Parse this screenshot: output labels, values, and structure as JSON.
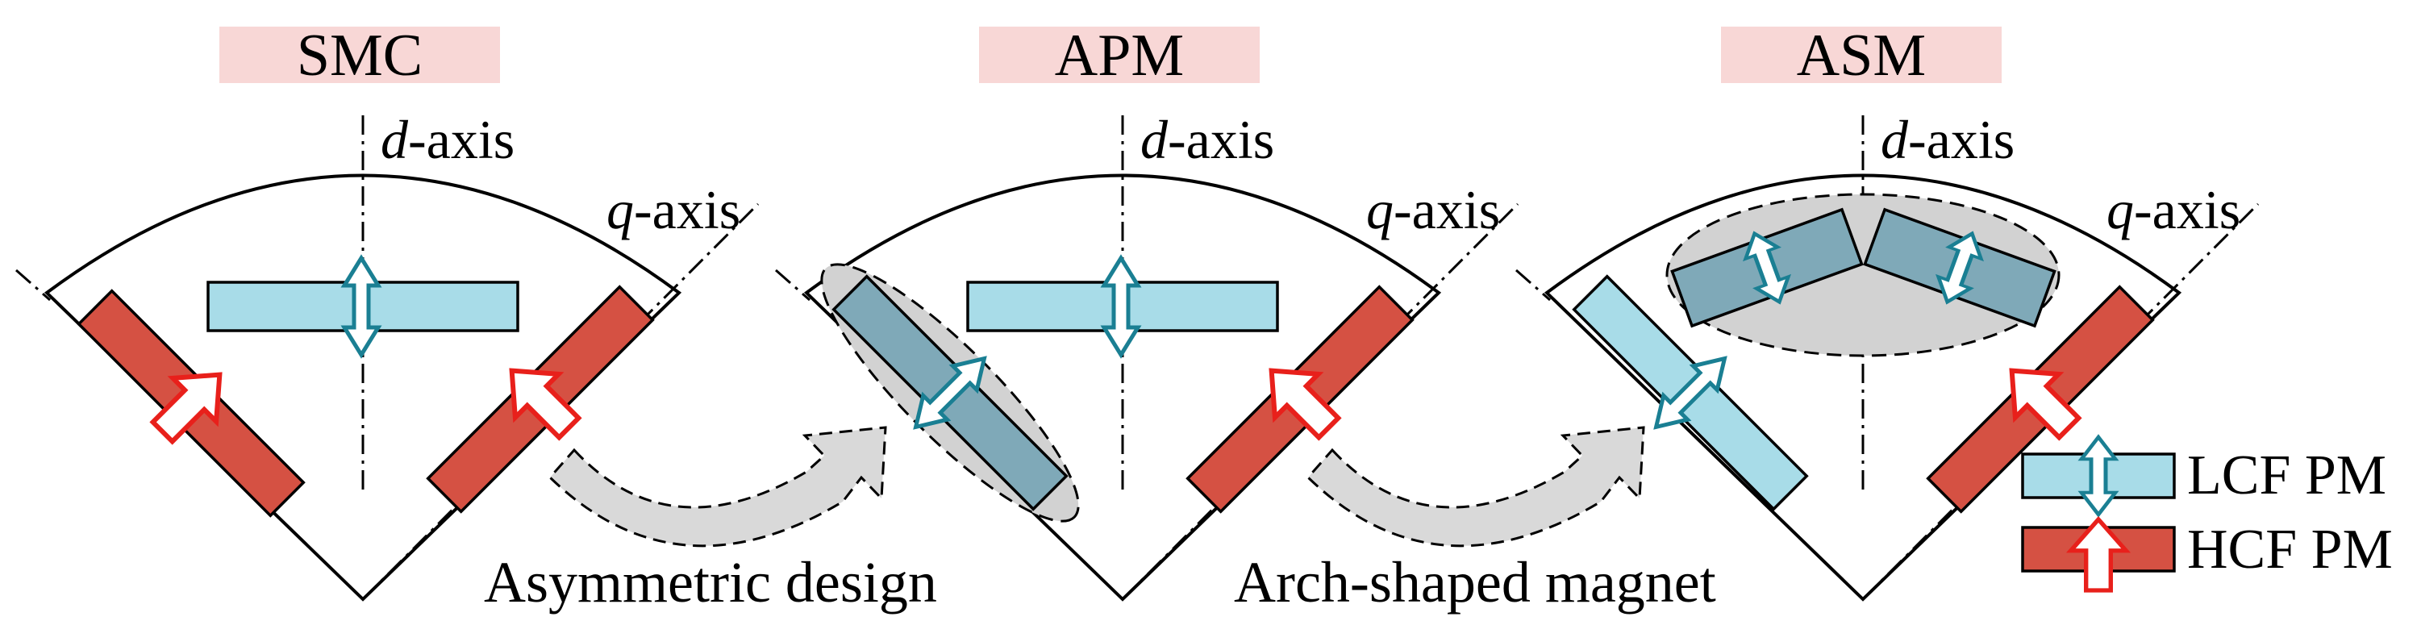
{
  "panels": [
    {
      "title": "SMC",
      "d_axis_var": "d",
      "d_axis_suffix": "-axis",
      "q_axis_var": "q",
      "q_axis_suffix": "-axis"
    },
    {
      "title": "APM",
      "d_axis_var": "d",
      "d_axis_suffix": "-axis",
      "q_axis_var": "q",
      "q_axis_suffix": "-axis"
    },
    {
      "title": "ASM",
      "d_axis_var": "d",
      "d_axis_suffix": "-axis",
      "q_axis_var": "q",
      "q_axis_suffix": "-axis"
    }
  ],
  "transitions": [
    {
      "label": "Asymmetric design"
    },
    {
      "label": "Arch-shaped magnet"
    }
  ],
  "legend": {
    "lcf_label": "LCF PM",
    "hcf_label": "HCF PM"
  },
  "colors": {
    "title_bg": "#f8d7d6",
    "lcf_fill": "#a8dce8",
    "lcf_arrow": "#1a7f93",
    "hcf_fill": "#d55143",
    "hcf_arrow": "#e8201b",
    "arch_fill": "#7fa9b8",
    "highlight_fill": "#d2d2d2",
    "transition_fill": "#d9d9d9"
  }
}
